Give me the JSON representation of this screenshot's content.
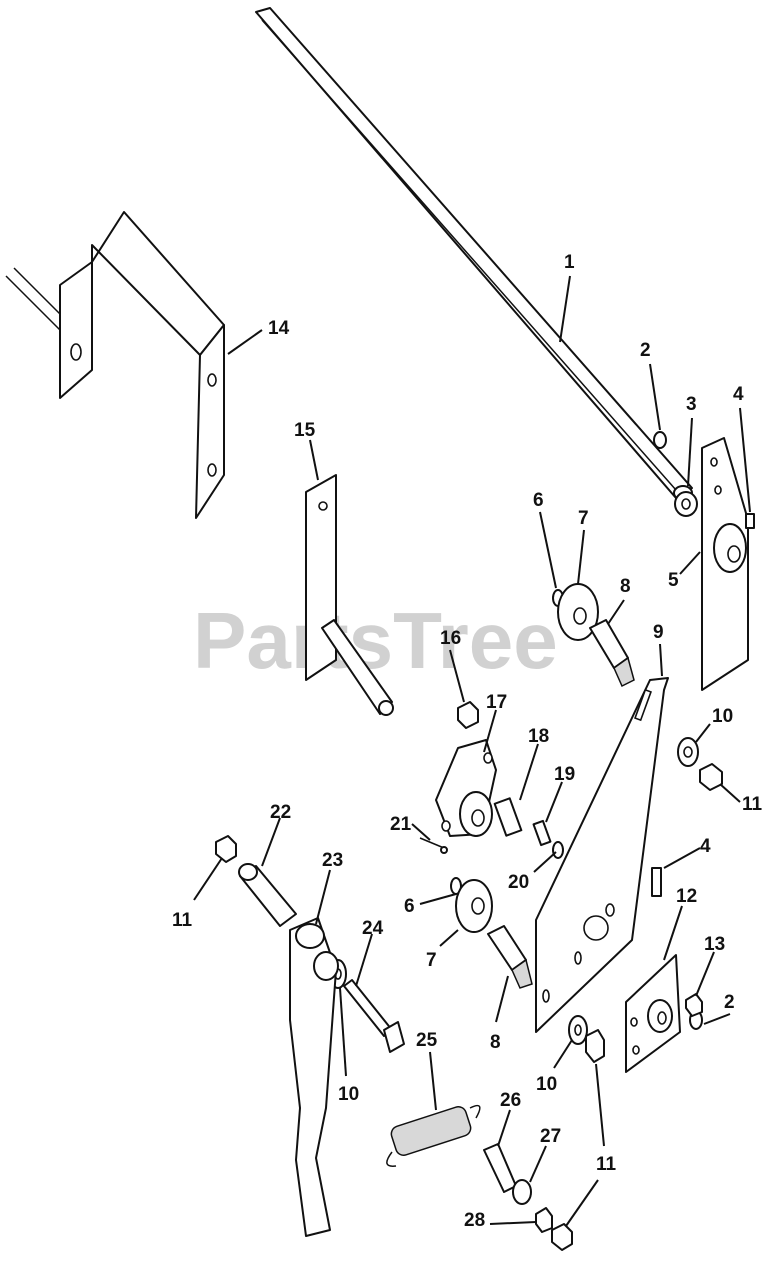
{
  "watermark": "PartsTree",
  "callouts": [
    {
      "id": "c1",
      "label": "1"
    },
    {
      "id": "c2a",
      "label": "2"
    },
    {
      "id": "c2b",
      "label": "2"
    },
    {
      "id": "c3",
      "label": "3"
    },
    {
      "id": "c4a",
      "label": "4"
    },
    {
      "id": "c4b",
      "label": "4"
    },
    {
      "id": "c5",
      "label": "5"
    },
    {
      "id": "c6a",
      "label": "6"
    },
    {
      "id": "c6b",
      "label": "6"
    },
    {
      "id": "c7a",
      "label": "7"
    },
    {
      "id": "c7b",
      "label": "7"
    },
    {
      "id": "c8a",
      "label": "8"
    },
    {
      "id": "c8b",
      "label": "8"
    },
    {
      "id": "c9",
      "label": "9"
    },
    {
      "id": "c10a",
      "label": "10"
    },
    {
      "id": "c10b",
      "label": "10"
    },
    {
      "id": "c10c",
      "label": "10"
    },
    {
      "id": "c11a",
      "label": "11"
    },
    {
      "id": "c11b",
      "label": "11"
    },
    {
      "id": "c11c",
      "label": "11"
    },
    {
      "id": "c12",
      "label": "12"
    },
    {
      "id": "c13",
      "label": "13"
    },
    {
      "id": "c14",
      "label": "14"
    },
    {
      "id": "c15",
      "label": "15"
    },
    {
      "id": "c16",
      "label": "16"
    },
    {
      "id": "c17",
      "label": "17"
    },
    {
      "id": "c18",
      "label": "18"
    },
    {
      "id": "c19",
      "label": "19"
    },
    {
      "id": "c20",
      "label": "20"
    },
    {
      "id": "c21",
      "label": "21"
    },
    {
      "id": "c22",
      "label": "22"
    },
    {
      "id": "c23",
      "label": "23"
    },
    {
      "id": "c24",
      "label": "24"
    },
    {
      "id": "c25",
      "label": "25"
    },
    {
      "id": "c26",
      "label": "26"
    },
    {
      "id": "c27",
      "label": "27"
    },
    {
      "id": "c28",
      "label": "28"
    }
  ]
}
